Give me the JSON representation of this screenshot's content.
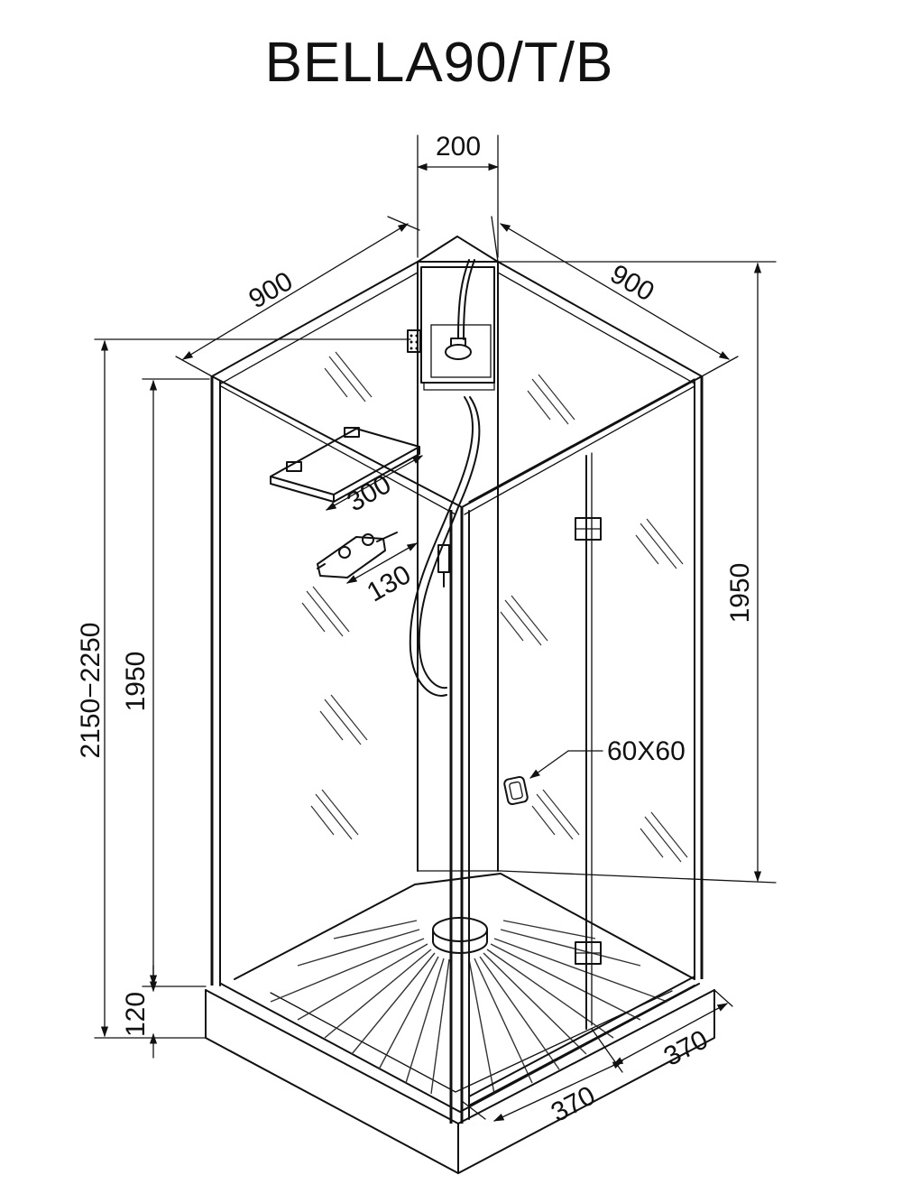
{
  "title": "BELLA90/T/B",
  "dimensions": {
    "column_width": "200",
    "width_left": "900",
    "width_right": "900",
    "shelf_length": "300",
    "hook_length": "130",
    "total_height": "2150−2250",
    "cabin_height_left": "1950",
    "cabin_height_right": "1950",
    "tray_height": "120",
    "handle_size": "60X60",
    "door_left": "370",
    "door_right": "370"
  },
  "colors": {
    "line": "#111111",
    "background": "#ffffff"
  }
}
